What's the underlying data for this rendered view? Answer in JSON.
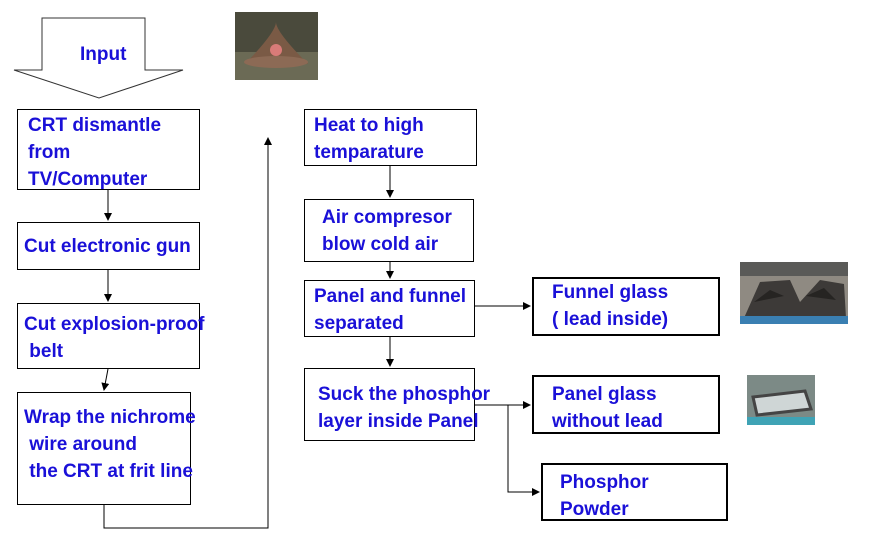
{
  "input": {
    "label": "Input"
  },
  "left_column": [
    {
      "lines": [
        "CRT dismantle",
        "from",
        "TV/Computer"
      ]
    },
    {
      "lines": [
        "Cut electronic gun"
      ]
    },
    {
      "lines": [
        "Cut explosion-proof",
        " belt"
      ]
    },
    {
      "lines": [
        "Wrap the nichrome",
        " wire around",
        " the CRT at frit line"
      ]
    }
  ],
  "middle_column": [
    {
      "lines": [
        "Heat to high",
        "temparature"
      ]
    },
    {
      "lines": [
        "Air compresor",
        "blow cold air"
      ]
    },
    {
      "lines": [
        "Panel and funnel",
        "separated"
      ]
    },
    {
      "lines": [
        "Suck the phosphor",
        "layer inside Panel"
      ]
    }
  ],
  "outputs": [
    {
      "lines": [
        "Funnel glass",
        "( lead inside)"
      ]
    },
    {
      "lines": [
        "Panel glass",
        "without lead"
      ]
    },
    {
      "lines": [
        "Phosphor",
        "Powder"
      ]
    }
  ],
  "photos": [
    {
      "icon": "crt-funnel-photo"
    },
    {
      "icon": "funnel-glass-photo"
    },
    {
      "icon": "panel-glass-photo"
    }
  ],
  "colors": {
    "text": "#1a10d8",
    "border": "#000000",
    "arrow": "#000000"
  }
}
